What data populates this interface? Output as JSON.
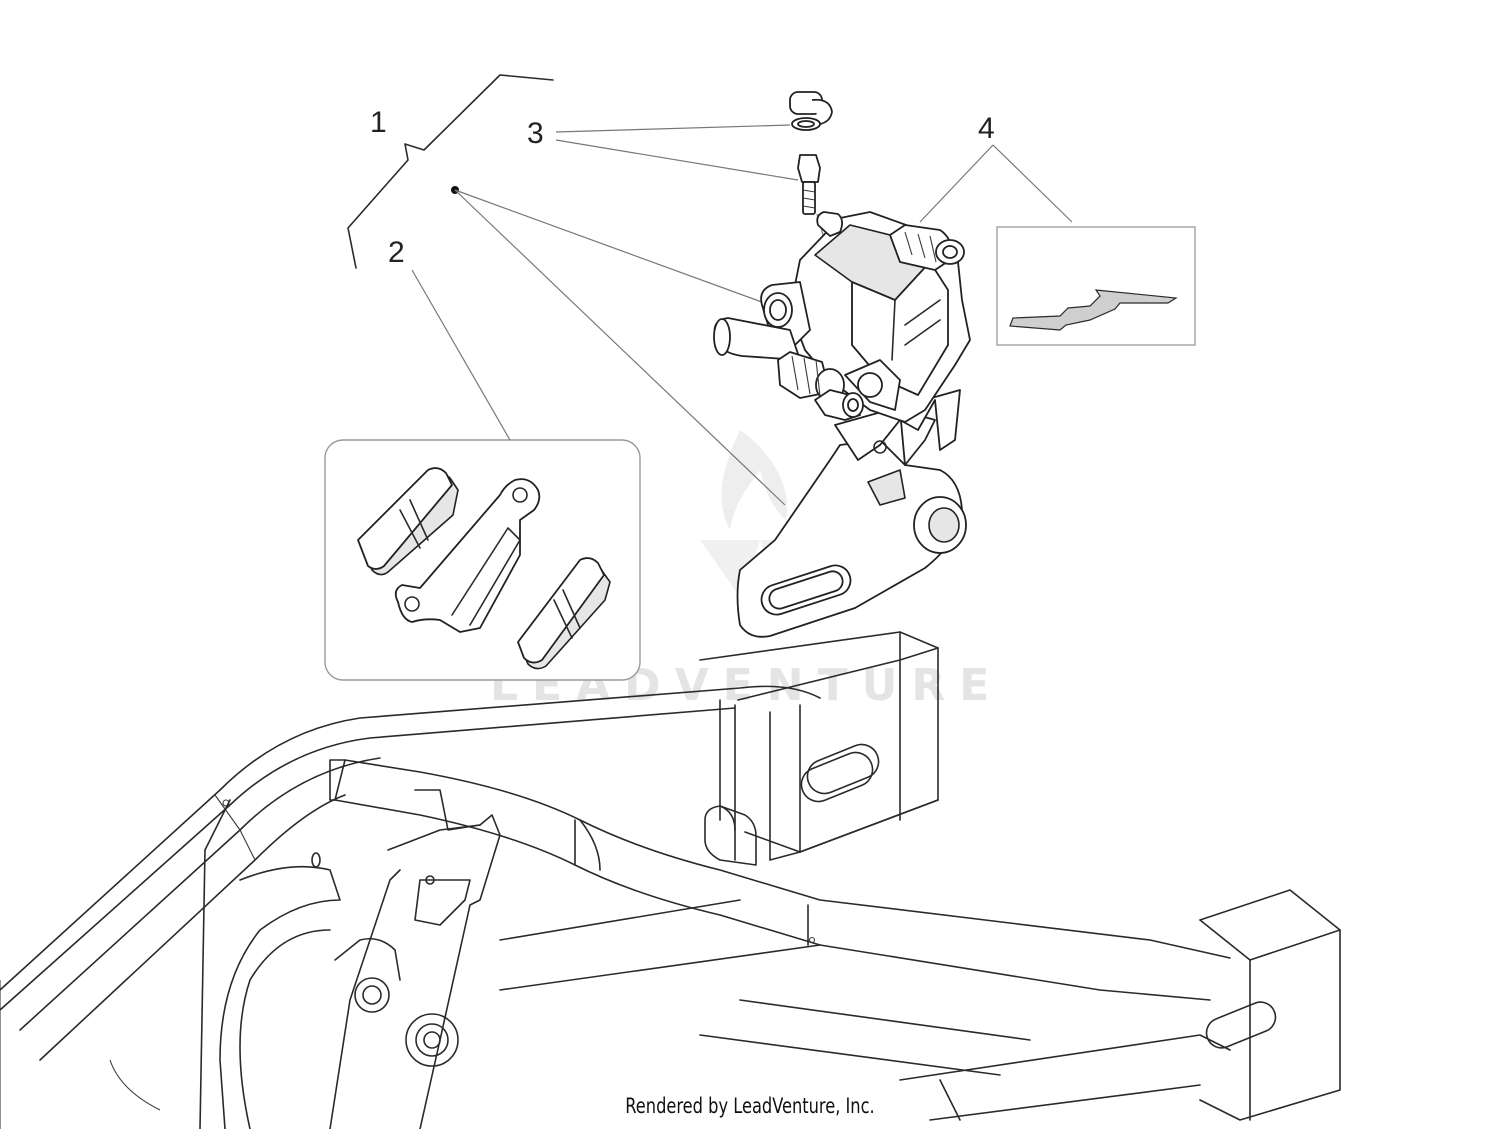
{
  "diagram": {
    "callouts": {
      "c1": "1",
      "c2": "2",
      "c3": "3",
      "c4": "4"
    },
    "watermark": "LEADVENTURE",
    "credit": "Rendered by LeadVenture, Inc."
  }
}
